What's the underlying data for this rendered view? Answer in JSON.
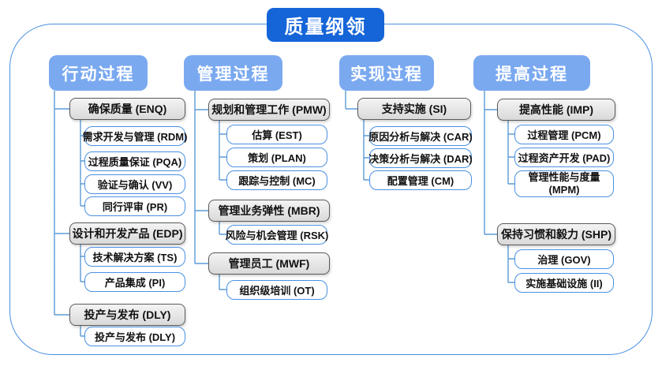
{
  "title": "质量纲领",
  "colors": {
    "title_bg": "#1565d8",
    "header_bg": "#7aa9f0",
    "connector": "#5b9bd5",
    "leaf_border": "#4a90e2",
    "group_border": "#5a5a5a"
  },
  "columns": [
    {
      "header": "行动过程",
      "groups": [
        {
          "label": "确保质量 (ENQ)",
          "children": [
            "需求开发与管理 (RDM)",
            "过程质量保证 (PQA)",
            "验证与确认 (VV)",
            "同行评审 (PR)"
          ]
        },
        {
          "label": "设计和开发产品 (EDP)",
          "children": [
            "技术解决方案 (TS)",
            "产品集成 (PI)"
          ]
        },
        {
          "label": "投产与发布 (DLY)",
          "children": [
            "投产与发布 (DLY)"
          ]
        }
      ]
    },
    {
      "header": "管理过程",
      "groups": [
        {
          "label": "规划和管理工作 (PMW)",
          "children": [
            "估算 (EST)",
            "策划 (PLAN)",
            "跟踪与控制 (MC)"
          ]
        },
        {
          "label": "管理业务弹性 (MBR)",
          "children": [
            "风险与机会管理 (RSK)"
          ]
        },
        {
          "label": "管理员工 (MWF)",
          "children": [
            "组织级培训 (OT)"
          ]
        }
      ]
    },
    {
      "header": "实现过程",
      "groups": [
        {
          "label": "支持实施 (SI)",
          "children": [
            "原因分析与解决 (CAR)",
            "决策分析与解决 (DAR)",
            "配置管理 (CM)"
          ]
        }
      ]
    },
    {
      "header": "提高过程",
      "groups": [
        {
          "label": "提高性能 (IMP)",
          "children": [
            "过程管理 (PCM)",
            "过程资产开发 (PAD)",
            "管理性能与度量 (MPM)"
          ]
        },
        {
          "label": "保持习惯和毅力 (SHP)",
          "children": [
            "治理 (GOV)",
            "实施基础设施 (II)"
          ]
        }
      ]
    }
  ]
}
